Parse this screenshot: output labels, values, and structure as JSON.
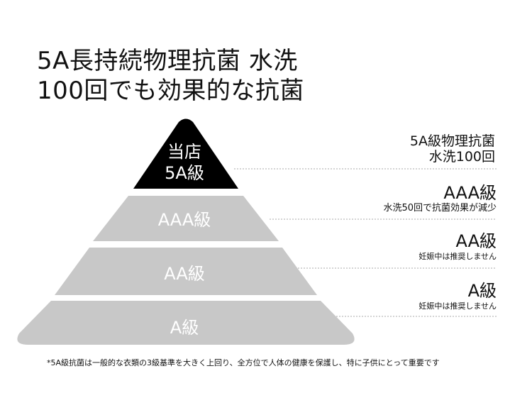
{
  "title": {
    "line1": "5A長持続物理抗菌 水洗",
    "line2": "100回でも効果的な抗菌"
  },
  "pyramid": {
    "tiers": [
      {
        "label_line1": "当店",
        "label_line2": "5A級",
        "fill": "#000000"
      },
      {
        "label": "AAA級",
        "fill": "#c8c8c8"
      },
      {
        "label": "AA級",
        "fill": "#c8c8c8"
      },
      {
        "label": "A級",
        "fill": "#c8c8c8"
      }
    ]
  },
  "descriptions": {
    "tier_5a": {
      "line1": "5A級物理抗菌",
      "line2": "水洗100回"
    },
    "tier_aaa": {
      "grade": "AAA級",
      "note": "水洗50回で抗菌効果が減少"
    },
    "tier_aa": {
      "grade": "AA級",
      "note": "妊娠中は推奨しません"
    },
    "tier_a": {
      "grade": "A級",
      "note": "妊娠中は推奨しません"
    }
  },
  "footnote": "*5A級抗菌は一般的な衣類の3級基準を大きく上回り、全方位で人体の健康を保護し、特に子供にとって重要です",
  "colors": {
    "top_tier": "#000000",
    "lower_tiers": "#c8c8c8",
    "label_text": "#ffffff",
    "dotted_line": "#aaaaaa"
  }
}
